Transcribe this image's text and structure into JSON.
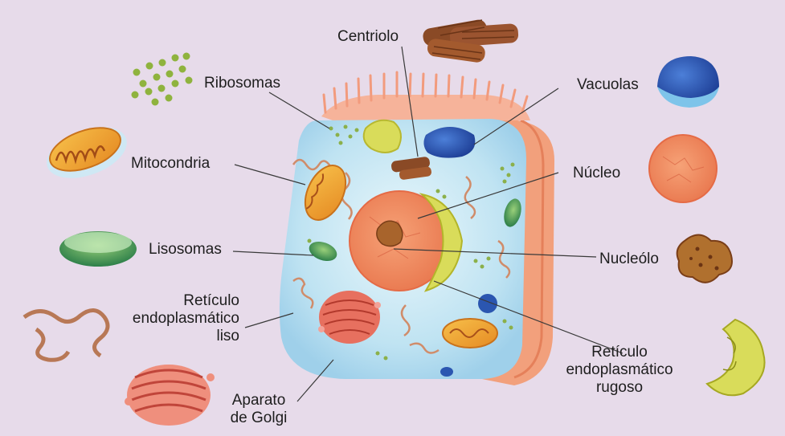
{
  "labels": {
    "centriolo": "Centriolo",
    "ribosomas": "Ribosomas",
    "vacuolas": "Vacuolas",
    "mitocondria": "Mitocondria",
    "nucleo": "Núcleo",
    "lisosomas": "Lisosomas",
    "nucleolo": "Nucleólo",
    "rel": [
      "Retículo",
      "endoplasmático",
      "liso"
    ],
    "golgi": [
      "Aparato",
      "de Golgi"
    ],
    "rer": [
      "Retículo",
      "endoplasmático",
      "rugoso"
    ]
  },
  "colors": {
    "background": "#e7dbea",
    "cytoplasm": "#bfe3f2",
    "membrane": "#f2a07c",
    "nucleus": "#f08a5c",
    "vacuole": "#2f5fb8",
    "mitochondria": "#f1a43a",
    "lysosome": "#3f9a5c",
    "er": "#c98a67",
    "golgi": "#e4685a",
    "rough_er": "#d7dc4a"
  }
}
